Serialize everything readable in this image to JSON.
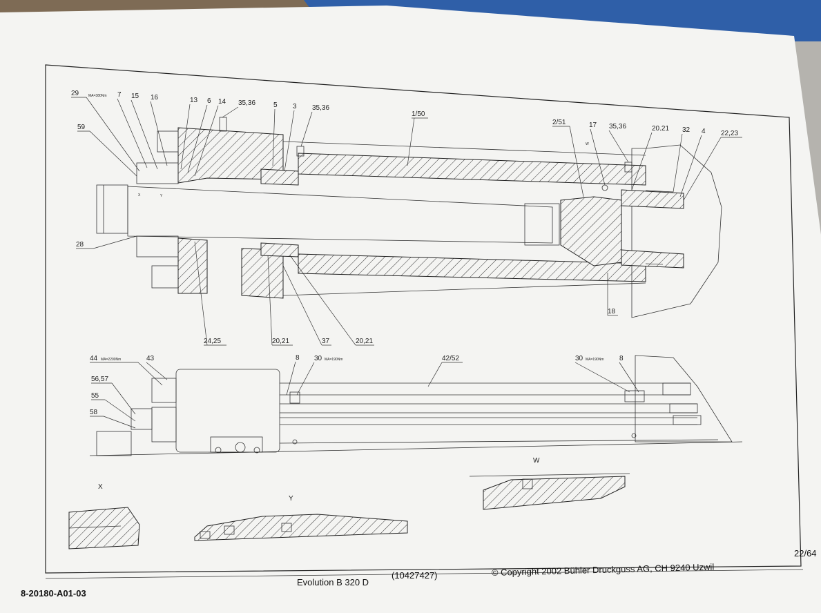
{
  "drawing": {
    "title": "Evolution B 320 D",
    "order_no": "(10427427)",
    "copyright": "© Copyright 2002 Bühler Druckguss AG, CH 9240 Uzwil",
    "drawing_no": "8-20180-A01-03",
    "page": "22/64"
  },
  "views": {
    "x": "X",
    "y": "Y",
    "w": "W",
    "x_inline": "X",
    "y_inline": "Y",
    "w_inline": "W"
  },
  "torque": {
    "ma380": "MA=380Nm",
    "ma2200": "MA=2200Nm",
    "ma190a": "MA=190Nm",
    "ma190b": "MA=190Nm"
  },
  "labels": {
    "p29": "29",
    "p7": "7",
    "p15": "15",
    "p16": "16",
    "p13": "13",
    "p6": "6",
    "p14": "14",
    "p35_36a": "35,36",
    "p5": "5",
    "p3": "3",
    "p35_36b": "35,36",
    "p1_50": "1/50",
    "p2_51": "2/51",
    "p17": "17",
    "p35_36c": "35,36",
    "p20_21a": "20.21",
    "p32": "32",
    "p4": "4",
    "p22_23": "22,23",
    "p59": "59",
    "p28": "28",
    "p18": "18",
    "p24_25": "24,25",
    "p20_21b": "20,21",
    "p37": "37",
    "p20_21c": "20,21",
    "p44": "44",
    "p43": "43",
    "p8a": "8",
    "p30a": "30",
    "p42_52": "42/52",
    "p30b": "30",
    "p8b": "8",
    "p56_57": "56,57",
    "p55": "55",
    "p58": "58"
  },
  "colors": {
    "paper": "#f4f4f2",
    "line": "#222222",
    "background": "#8f8c86",
    "blue_bag": "#2f5fa8"
  }
}
